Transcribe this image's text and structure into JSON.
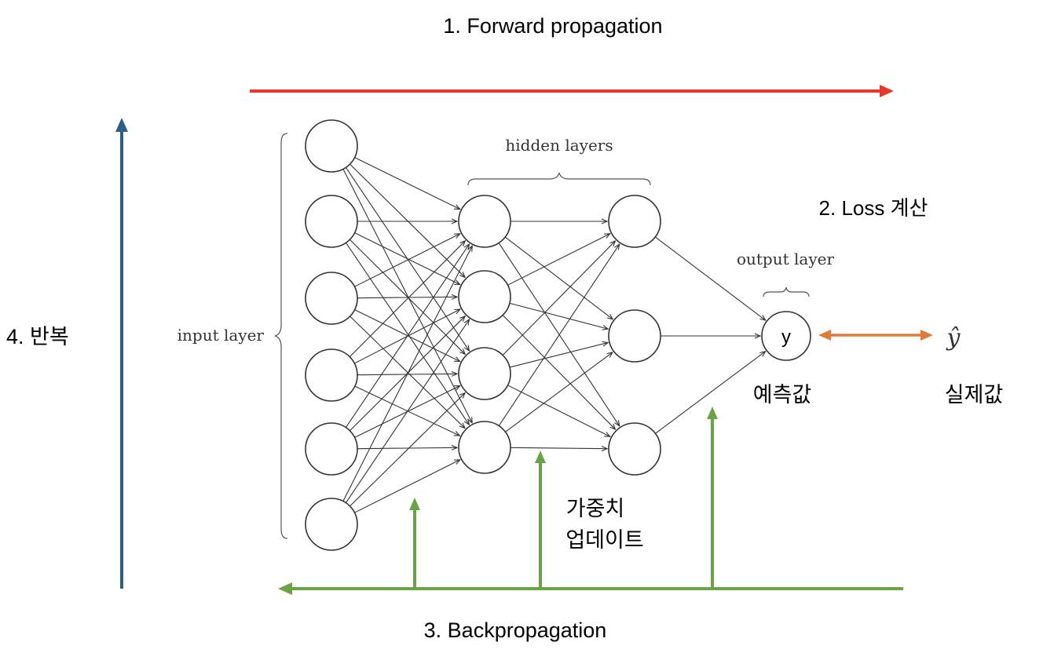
{
  "labels": {
    "forward": "1. Forward propagation",
    "loss": "2. Loss 계산",
    "backprop": "3. Backpropagation",
    "repeat": "4. 반복",
    "input_layer": "input layer",
    "hidden_layers": "hidden layers",
    "output_layer": "output layer",
    "output_node": "y",
    "actual_symbol": "ŷ",
    "predicted": "예측값",
    "actual": "실제값",
    "weight_update_line1": "가중치",
    "weight_update_line2": "업데이트"
  },
  "network": {
    "layers": [
      {
        "name": "input",
        "neurons": 6
      },
      {
        "name": "hidden-1",
        "neurons": 4
      },
      {
        "name": "hidden-2",
        "neurons": 3
      },
      {
        "name": "output",
        "neurons": 1
      }
    ]
  },
  "colors": {
    "forward_arrow": "#e8382b",
    "backprop_arrow": "#6aa344",
    "repeat_arrow": "#2d5f86",
    "loss_arrow": "#e07b3c",
    "node_stroke": "#333333"
  }
}
